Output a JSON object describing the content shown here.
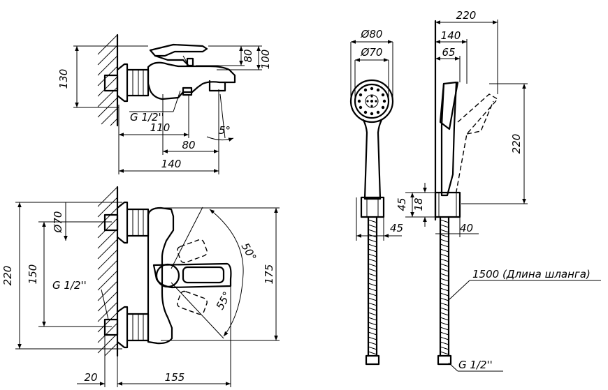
{
  "dims_side": {
    "d130": "130",
    "d80": "80",
    "d100": "100",
    "thread": "G 1/2''",
    "angle5": "5°",
    "d110": "110",
    "d80b": "80",
    "d140": "140"
  },
  "dims_front": {
    "d220": "220",
    "d150": "150",
    "diam70": "Ø70",
    "thread": "G 1/2''",
    "angle50": "50°",
    "angle55": "55°",
    "d175": "175",
    "d20": "20",
    "d155": "155"
  },
  "dims_shower": {
    "diam80": "Ø80",
    "diam70": "Ø70",
    "d45a": "45",
    "d45b": "45"
  },
  "dims_holder": {
    "d220top": "220",
    "d140": "140",
    "d65": "65",
    "d220side": "220",
    "d18": "18",
    "d40": "40",
    "hose_label": "1500 (Длина шланга)",
    "thread": "G 1/2''"
  }
}
